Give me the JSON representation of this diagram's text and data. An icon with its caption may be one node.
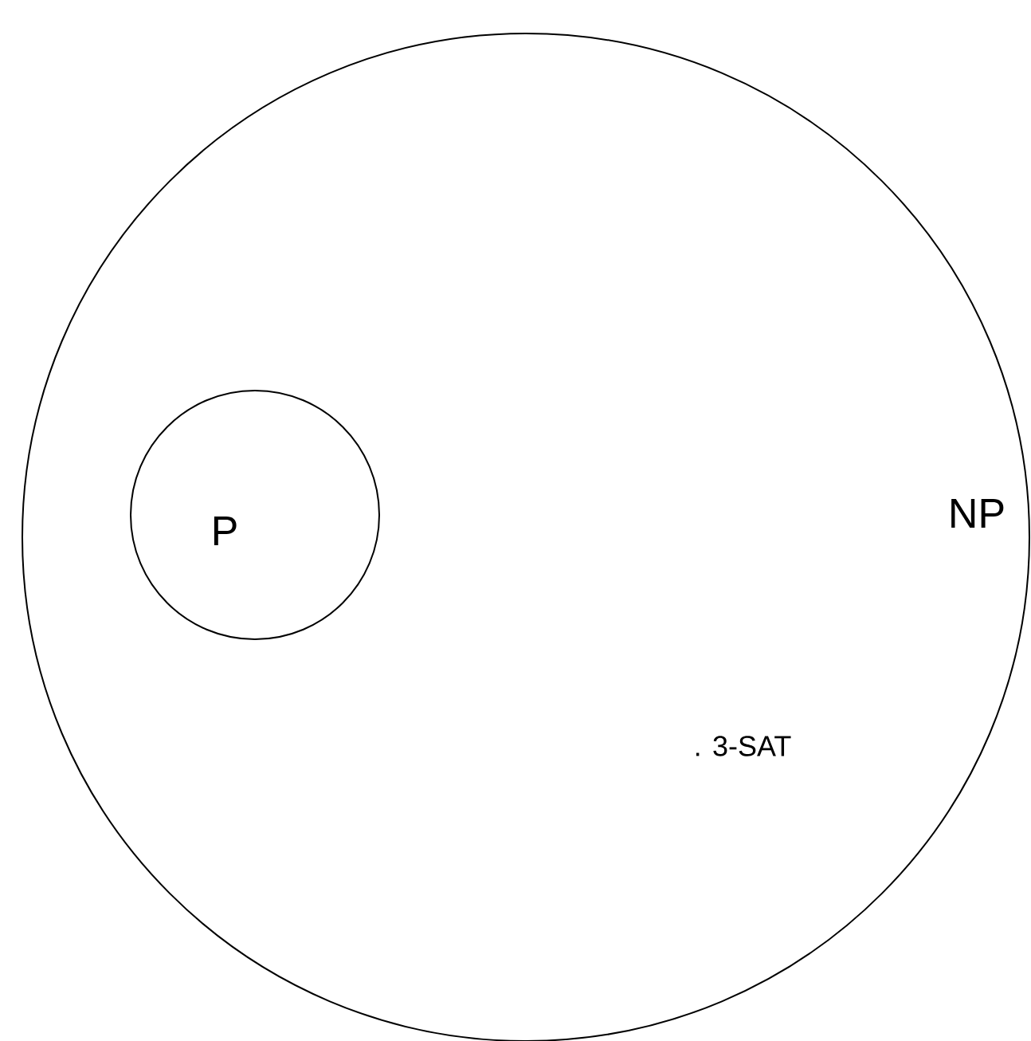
{
  "diagram": {
    "nodes": [
      {
        "text": [
          "NP"
        ]
      },
      {
        "text": [
          "P"
        ],
        "in": 0
      }
    ],
    "labels": [
      ". 3-SAT"
    ]
  }
}
